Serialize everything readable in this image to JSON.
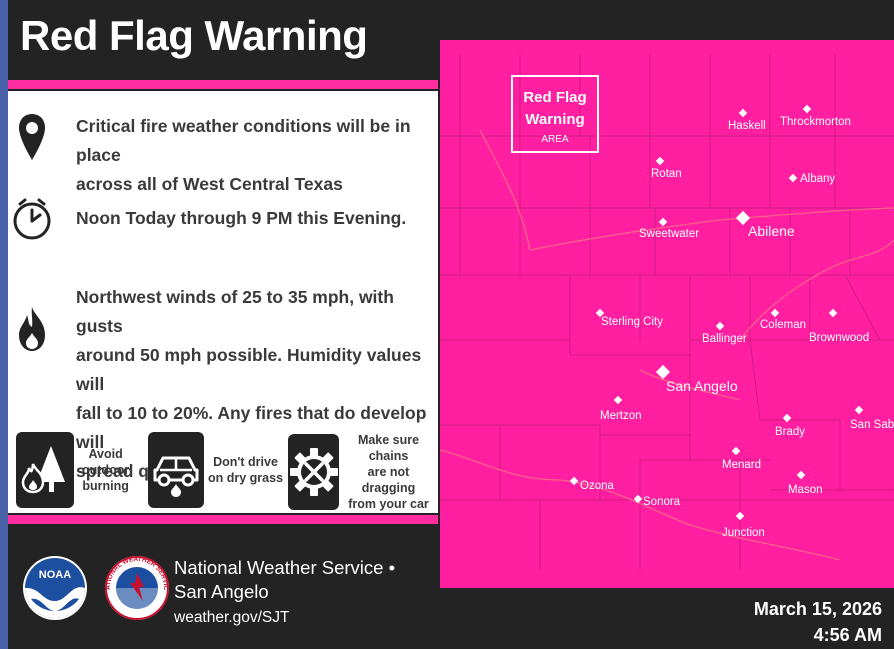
{
  "header": {
    "title": "Red Flag Warning"
  },
  "info_rows": [
    {
      "icon": "map-pin-icon",
      "text_line1": "Critical fire weather conditions will be in place",
      "text_line2": "across all of West Central Texas"
    },
    {
      "icon": "clock-icon",
      "text_line1": "Noon Today through 9 PM this Evening."
    },
    {
      "icon": "flame-icon",
      "text_line1": "Northwest winds of 25 to 35 mph, with gusts",
      "text_line2": "around 50 mph possible. Humidity values will",
      "text_line3": "fall to 10 to 20%. Any fires that do develop will",
      "text_line4": "spread quickly."
    }
  ],
  "tips": [
    {
      "icon": "tree-fire-icon",
      "line1": "Avoid",
      "line2": "outdoor",
      "line3": "burning"
    },
    {
      "icon": "car-fire-icon",
      "line1": "Don't drive",
      "line2": "on dry grass"
    },
    {
      "icon": "gear-tools-icon",
      "line1": "Make sure chains",
      "line2": "are not dragging",
      "line3": "from your car"
    }
  ],
  "map": {
    "legend_line1": "Red Flag",
    "legend_line2": "Warning",
    "legend_line3": "AREA",
    "area_color": "#ff1fa0",
    "cities": [
      "Haskell",
      "Throckmorton",
      "Rotan",
      "Albany",
      "Sweetwater",
      "Abilene",
      "Sterling City",
      "Ballinger",
      "Coleman",
      "Brownwood",
      "San Angelo",
      "Mertzon",
      "Brady",
      "San Saba",
      "Menard",
      "Ozona",
      "Sonora",
      "Mason",
      "Junction"
    ]
  },
  "footer": {
    "org_line1": "National Weather Service •",
    "org_line2": "San Angelo",
    "website": "weather.gov/SJT",
    "date": "March 15, 2026",
    "time": "4:56 AM",
    "noaa_logo_text": "NOAA",
    "nws_logo_text": "NATIONAL WEATHER SERVICE"
  },
  "colors": {
    "accent_pink": "#ff2da0",
    "background": "#232323",
    "panel": "#ffffff"
  }
}
